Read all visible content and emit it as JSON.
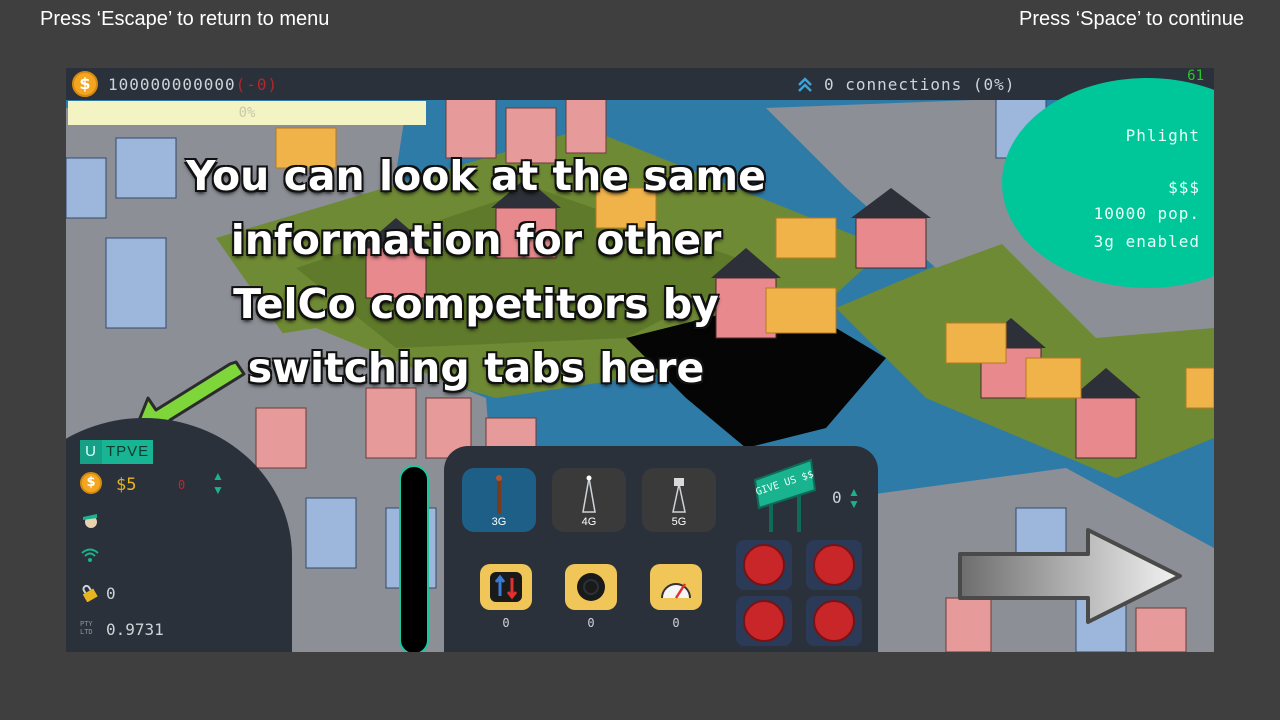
{
  "overlay": {
    "escape_hint": "Press ‘Escape’ to return to menu",
    "continue_hint": "Press ‘Space’ to continue"
  },
  "topbar": {
    "money": "100000000000",
    "money_delta": "(-0)",
    "connections": "0 connections (0%)",
    "fps": "61"
  },
  "progress": {
    "label": "0%"
  },
  "competitor_panel": {
    "name": "Phlight",
    "price": "$$$",
    "population": "10000 pop.",
    "network": "3g enabled"
  },
  "tutorial": {
    "text_line1": "You can look at the same",
    "text_line2": "information for other",
    "text_line3": "TelCo competitors by",
    "text_line4": "switching tabs here"
  },
  "left_panel": {
    "tabs": [
      "U",
      "TPVE"
    ],
    "price": "$5",
    "price_delta": "0",
    "lockpick_count": "0",
    "stock_label": "PTY LTD",
    "stock_value": "0.9731"
  },
  "build_panel": {
    "towers": [
      {
        "label": "3G",
        "icon": "tower-3g-icon",
        "selected": true
      },
      {
        "label": "4G",
        "icon": "tower-4g-icon",
        "selected": false
      },
      {
        "label": "5G",
        "icon": "tower-5g-icon",
        "selected": false
      }
    ],
    "upgrades": [
      {
        "icon": "bandwidth-icon",
        "value": "0"
      },
      {
        "icon": "coverage-icon",
        "value": "0"
      },
      {
        "icon": "speed-icon",
        "value": "0"
      }
    ],
    "give_sign": "GIVE US $$",
    "give_count": "0"
  },
  "colors": {
    "accent": "#19b38f",
    "competitor": "#00c79a",
    "panel": "#2b313b",
    "coin": "#f4a620"
  }
}
